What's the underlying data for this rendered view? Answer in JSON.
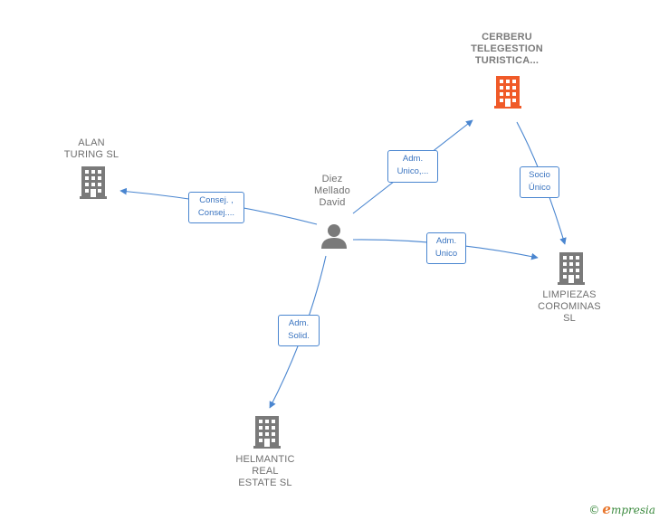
{
  "colors": {
    "edge": "#4a86d0",
    "building": "#7a7a7a",
    "building_highlight": "#f05a28",
    "person": "#7a7a7a"
  },
  "nodes": {
    "person": {
      "label": "Diez\nMellado\nDavid",
      "icon": "person-icon"
    },
    "cerberu": {
      "label": "CERBERU\nTELEGESTION\nTURISTICA...",
      "icon": "building-icon"
    },
    "alan": {
      "label": "ALAN\nTURING  SL",
      "icon": "building-icon"
    },
    "limpiezas": {
      "label": "LIMPIEZAS\nCOROMINAS\nSL",
      "icon": "building-icon"
    },
    "helmantic": {
      "label": "HELMANTIC\nREAL\nESTATE  SL",
      "icon": "building-icon"
    }
  },
  "edges": {
    "to_cerberu": "Adm.\nUnico,...",
    "to_alan": "Consej. ,\nConsej....",
    "to_limpiezas": "Adm.\nUnico",
    "to_helmantic": "Adm.\nSolid.",
    "cerberu_to_limpiezas": "Socio\nÚnico"
  },
  "brand": {
    "copyright": "©",
    "name_initial": "e",
    "name_rest": "mpresia"
  }
}
